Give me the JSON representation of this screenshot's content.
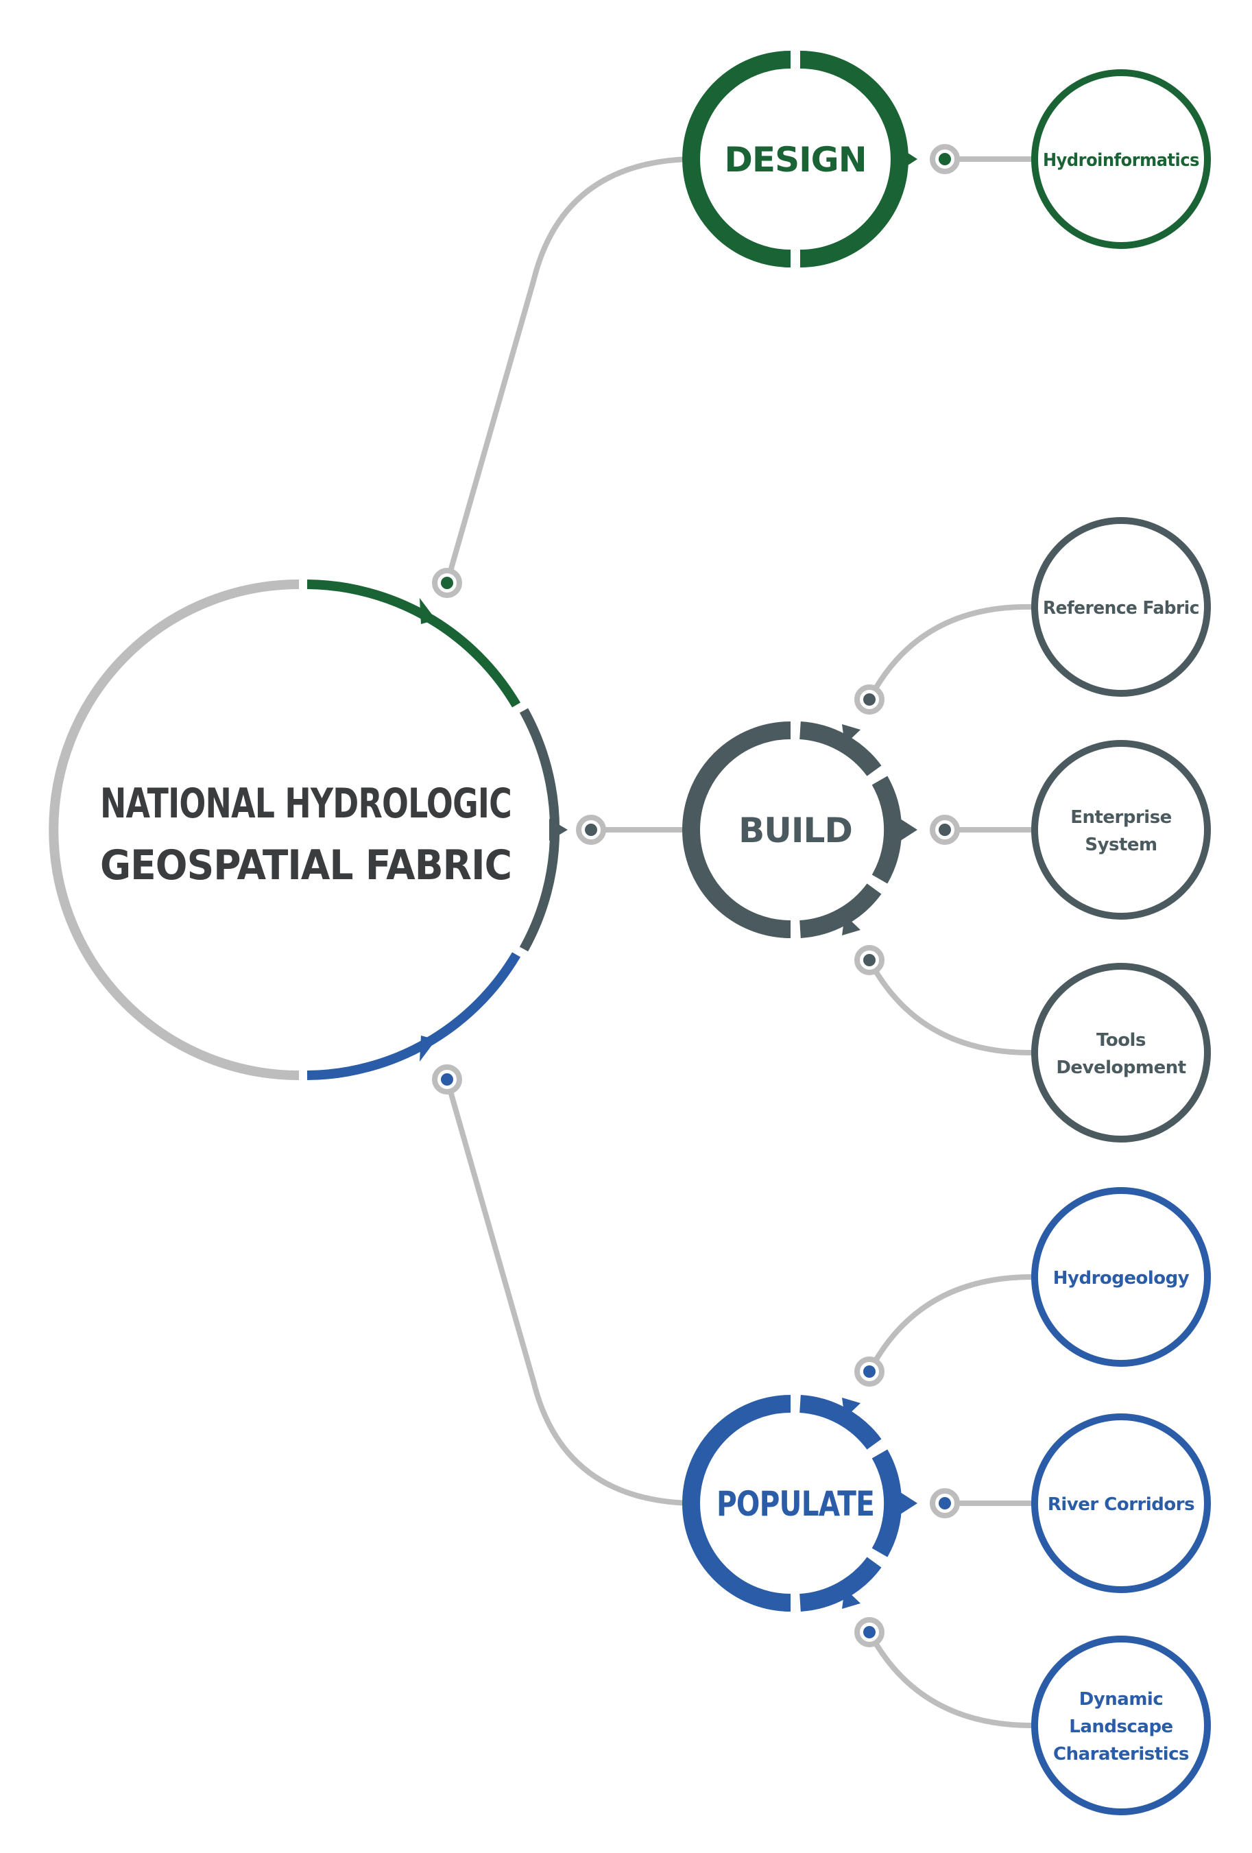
{
  "colors": {
    "design": "#1a6335",
    "build": "#4a5a5e",
    "populate": "#2a5ca8",
    "connector": "#bdbdbd",
    "main_text": "#3a3c3e"
  },
  "main": {
    "lines": [
      "NATIONAL HYDROLOGIC",
      "GEOSPATIAL FABRIC"
    ]
  },
  "hubs": [
    {
      "id": "design",
      "label": "DESIGN",
      "leaves": [
        {
          "lines": [
            "Hydroinformatics"
          ]
        }
      ]
    },
    {
      "id": "build",
      "label": "BUILD",
      "leaves": [
        {
          "lines": [
            "Reference Fabric"
          ]
        },
        {
          "lines": [
            "Enterprise",
            "System"
          ]
        },
        {
          "lines": [
            "Tools",
            "Development"
          ]
        }
      ]
    },
    {
      "id": "populate",
      "label": "POPULATE",
      "leaves": [
        {
          "lines": [
            "Hydrogeology"
          ]
        },
        {
          "lines": [
            "River Corridors"
          ]
        },
        {
          "lines": [
            "Dynamic",
            "Landscape",
            "Charateristics"
          ]
        }
      ]
    }
  ]
}
